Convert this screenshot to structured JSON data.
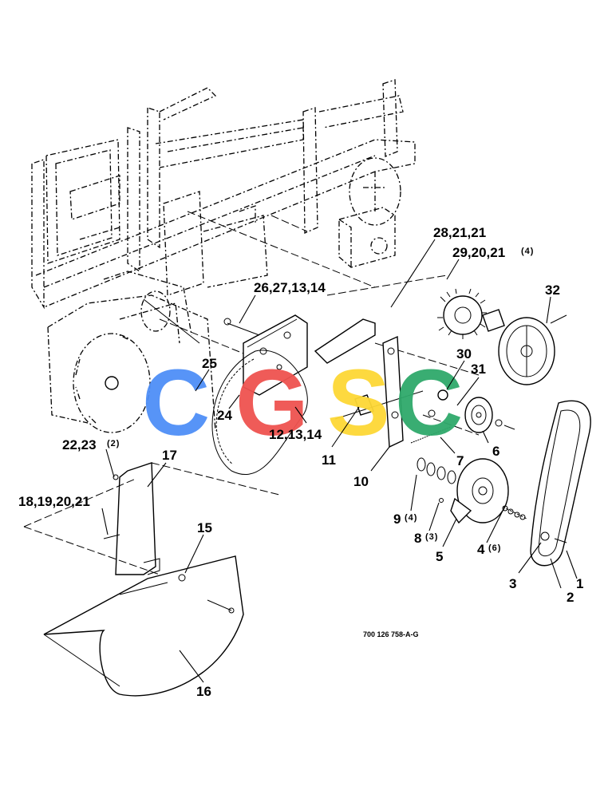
{
  "drawing_code": "700 126 758-A-G",
  "watermark": {
    "letters": [
      {
        "char": "C",
        "color": "#4f8ff7"
      },
      {
        "char": "G",
        "color": "#ef5350"
      },
      {
        "char": "S",
        "color": "#fdd835"
      },
      {
        "char": "C",
        "color": "#2fa96b"
      }
    ]
  },
  "callouts": [
    {
      "id": "1",
      "text": "1",
      "qty": ""
    },
    {
      "id": "2",
      "text": "2",
      "qty": ""
    },
    {
      "id": "3",
      "text": "3",
      "qty": ""
    },
    {
      "id": "4",
      "text": "4",
      "qty": "(6)"
    },
    {
      "id": "5",
      "text": "5",
      "qty": ""
    },
    {
      "id": "6",
      "text": "6",
      "qty": ""
    },
    {
      "id": "7",
      "text": "7",
      "qty": ""
    },
    {
      "id": "8",
      "text": "8",
      "qty": "(3)"
    },
    {
      "id": "9",
      "text": "9",
      "qty": "(4)"
    },
    {
      "id": "10",
      "text": "10",
      "qty": ""
    },
    {
      "id": "11",
      "text": "11",
      "qty": ""
    },
    {
      "id": "12_13_14",
      "text": "12,13,14",
      "qty": ""
    },
    {
      "id": "15",
      "text": "15",
      "qty": ""
    },
    {
      "id": "16",
      "text": "16",
      "qty": ""
    },
    {
      "id": "17",
      "text": "17",
      "qty": ""
    },
    {
      "id": "18_19_20_21",
      "text": "18,19,20,21",
      "qty": ""
    },
    {
      "id": "22_23",
      "text": "22,23",
      "qty": "(2)"
    },
    {
      "id": "24",
      "text": "24",
      "qty": ""
    },
    {
      "id": "25",
      "text": "25",
      "qty": ""
    },
    {
      "id": "26_27_13_14",
      "text": "26,27,13,14",
      "qty": ""
    },
    {
      "id": "28_21_21",
      "text": "28,21,21",
      "qty": ""
    },
    {
      "id": "29_20_21",
      "text": "29,20,21",
      "qty": "(4)"
    },
    {
      "id": "30",
      "text": "30",
      "qty": ""
    },
    {
      "id": "31",
      "text": "31",
      "qty": ""
    },
    {
      "id": "32",
      "text": "32",
      "qty": ""
    }
  ]
}
